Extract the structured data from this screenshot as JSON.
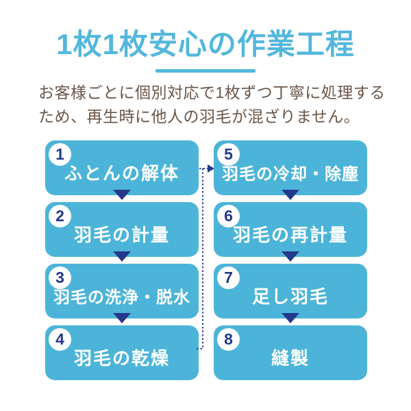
{
  "title": {
    "text": "1枚1枚安心の作業工程"
  },
  "description": {
    "lines": [
      "お客様ごとに個別対応で1枚ずつ丁寧に処理する",
      "ため、再生時に他人の羽毛が混ざりません。"
    ]
  },
  "steps": [
    {
      "number": "1",
      "label": "ふとんの解体"
    },
    {
      "number": "2",
      "label": "羽毛の計量"
    },
    {
      "number": "3",
      "label": "羽毛の洗浄・脱水"
    },
    {
      "number": "4",
      "label": "羽毛の乾燥"
    },
    {
      "number": "5",
      "label": "羽毛の冷却・除塵"
    },
    {
      "number": "6",
      "label": "羽毛の再計量"
    },
    {
      "number": "7",
      "label": "足し羽毛"
    },
    {
      "number": "8",
      "label": "縫製"
    }
  ],
  "flow": {
    "left_column_order": [
      "1",
      "2",
      "3",
      "4"
    ],
    "right_column_order": [
      "5",
      "6",
      "7",
      "8"
    ],
    "dotted_connector": "step 4 up to step 5"
  },
  "colors": {
    "box_blue": "#4cb4d8",
    "navy": "#24388c",
    "title_blue": "#53b7dc",
    "text_brown": "#6a5648",
    "background": "#ffffff"
  }
}
